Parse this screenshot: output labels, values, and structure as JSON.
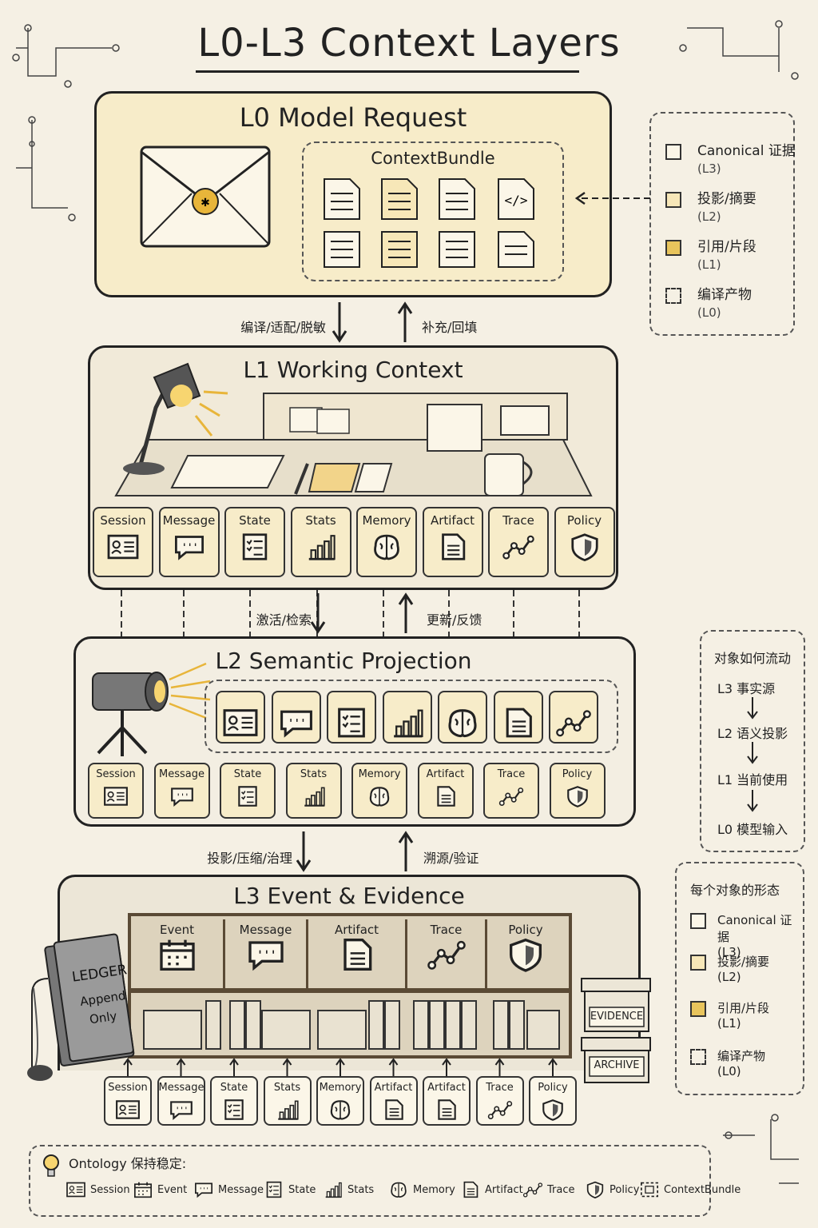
{
  "title": "L0-L3 Context Layers",
  "l0": {
    "title": "L0 Model Request",
    "bundle_title": "ContextBundle"
  },
  "arrows": {
    "down_l0_l1": "编译/适配/脱敏",
    "up_l1_l0": "补充/回填",
    "down_l1_l2": "激活/检索",
    "up_l2_l1": "更新/反馈",
    "down_l2_l3": "投影/压缩/治理",
    "up_l3_l2": "溯源/验证"
  },
  "l1": {
    "title": "L1 Working Context",
    "cards": [
      "Session",
      "Message",
      "State",
      "Stats",
      "Memory",
      "Artifact",
      "Trace",
      "Policy"
    ]
  },
  "l2": {
    "title": "L2 Semantic Projection",
    "cards": [
      "Session",
      "Message",
      "State",
      "Stats",
      "Memory",
      "Artifact",
      "Trace",
      "Policy"
    ]
  },
  "l3": {
    "title": "L3 Event & Evidence",
    "shelf": [
      "Event",
      "Message",
      "Artifact",
      "Trace",
      "Policy"
    ],
    "ledger": [
      "LEDGER",
      "Append",
      "Only"
    ],
    "boxes": [
      "EVIDENCE",
      "ARCHIVE"
    ],
    "bottom": [
      "Session",
      "Message",
      "State",
      "Stats",
      "Memory",
      "Artifact",
      "Artifact",
      "Trace",
      "Policy"
    ]
  },
  "legend_top": [
    {
      "label": "Canonical 证据",
      "sub": "(L3)"
    },
    {
      "label": "投影/摘要",
      "sub": "(L2)"
    },
    {
      "label": "引用/片段",
      "sub": "(L1)"
    },
    {
      "label": "编译产物",
      "sub": "(L0)"
    }
  ],
  "flow": {
    "title": "对象如何流动",
    "steps": [
      "L3 事实源",
      "L2 语义投影",
      "L1 当前使用",
      "L0 模型输入"
    ]
  },
  "legend_bottom": {
    "title": "每个对象的形态",
    "items": [
      {
        "label": "Canonical 证据",
        "sub": "(L3)"
      },
      {
        "label": "投影/摘要",
        "sub": "(L2)"
      },
      {
        "label": "引用/片段",
        "sub": "(L1)"
      },
      {
        "label": "编译产物",
        "sub": "(L0)"
      }
    ]
  },
  "ontology": {
    "title": "Ontology 保持稳定:",
    "items": [
      "Session",
      "Event",
      "Message",
      "State",
      "Stats",
      "Memory",
      "Artifact",
      "Trace",
      "Policy",
      "ContextBundle"
    ]
  },
  "colors": {
    "paper": "#f5f0e4",
    "accent": "#f7ecc9",
    "ink": "#222222",
    "gold": "#e8b53a"
  }
}
